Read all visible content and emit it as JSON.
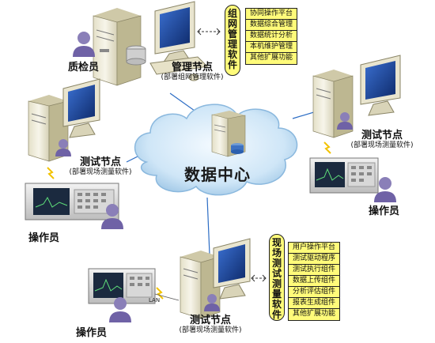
{
  "center": {
    "title": "数据中心"
  },
  "management_node": {
    "name": "管理节点",
    "note": "(部署组网管理软件)",
    "software_title": [
      "组",
      "网",
      "管",
      "理",
      "软",
      "件"
    ],
    "software_items": [
      "协同操作平台",
      "数据综合管理",
      "数据统计分析",
      "本机维护管理",
      "其他扩展功能"
    ]
  },
  "test_node_left": {
    "name": "测试节点",
    "note": "(部署现场测量软件)"
  },
  "test_node_right": {
    "name": "测试节点",
    "note": "(部署现场测量软件)"
  },
  "test_node_bottom": {
    "name": "测试节点",
    "note": "(部署现场测量软件)",
    "software_title": [
      "现",
      "场",
      "测",
      "试",
      "测",
      "量",
      "软",
      "件"
    ],
    "software_items": [
      "用户操作平台",
      "测试驱动程序",
      "测试执行组件",
      "数据上传组件",
      "分析评估组件",
      "报表生成组件",
      "其他扩展功能"
    ]
  },
  "people": {
    "inspector": "质检员",
    "operator_left": "操作员",
    "operator_right": "操作员",
    "operator_bottom": "操作员"
  },
  "lan_label": "LAN",
  "colors": {
    "highlight": "#fffb7a",
    "cloud": "#cfe6f7",
    "pc": "#f1eedc",
    "screen": "#1f3f8f"
  }
}
